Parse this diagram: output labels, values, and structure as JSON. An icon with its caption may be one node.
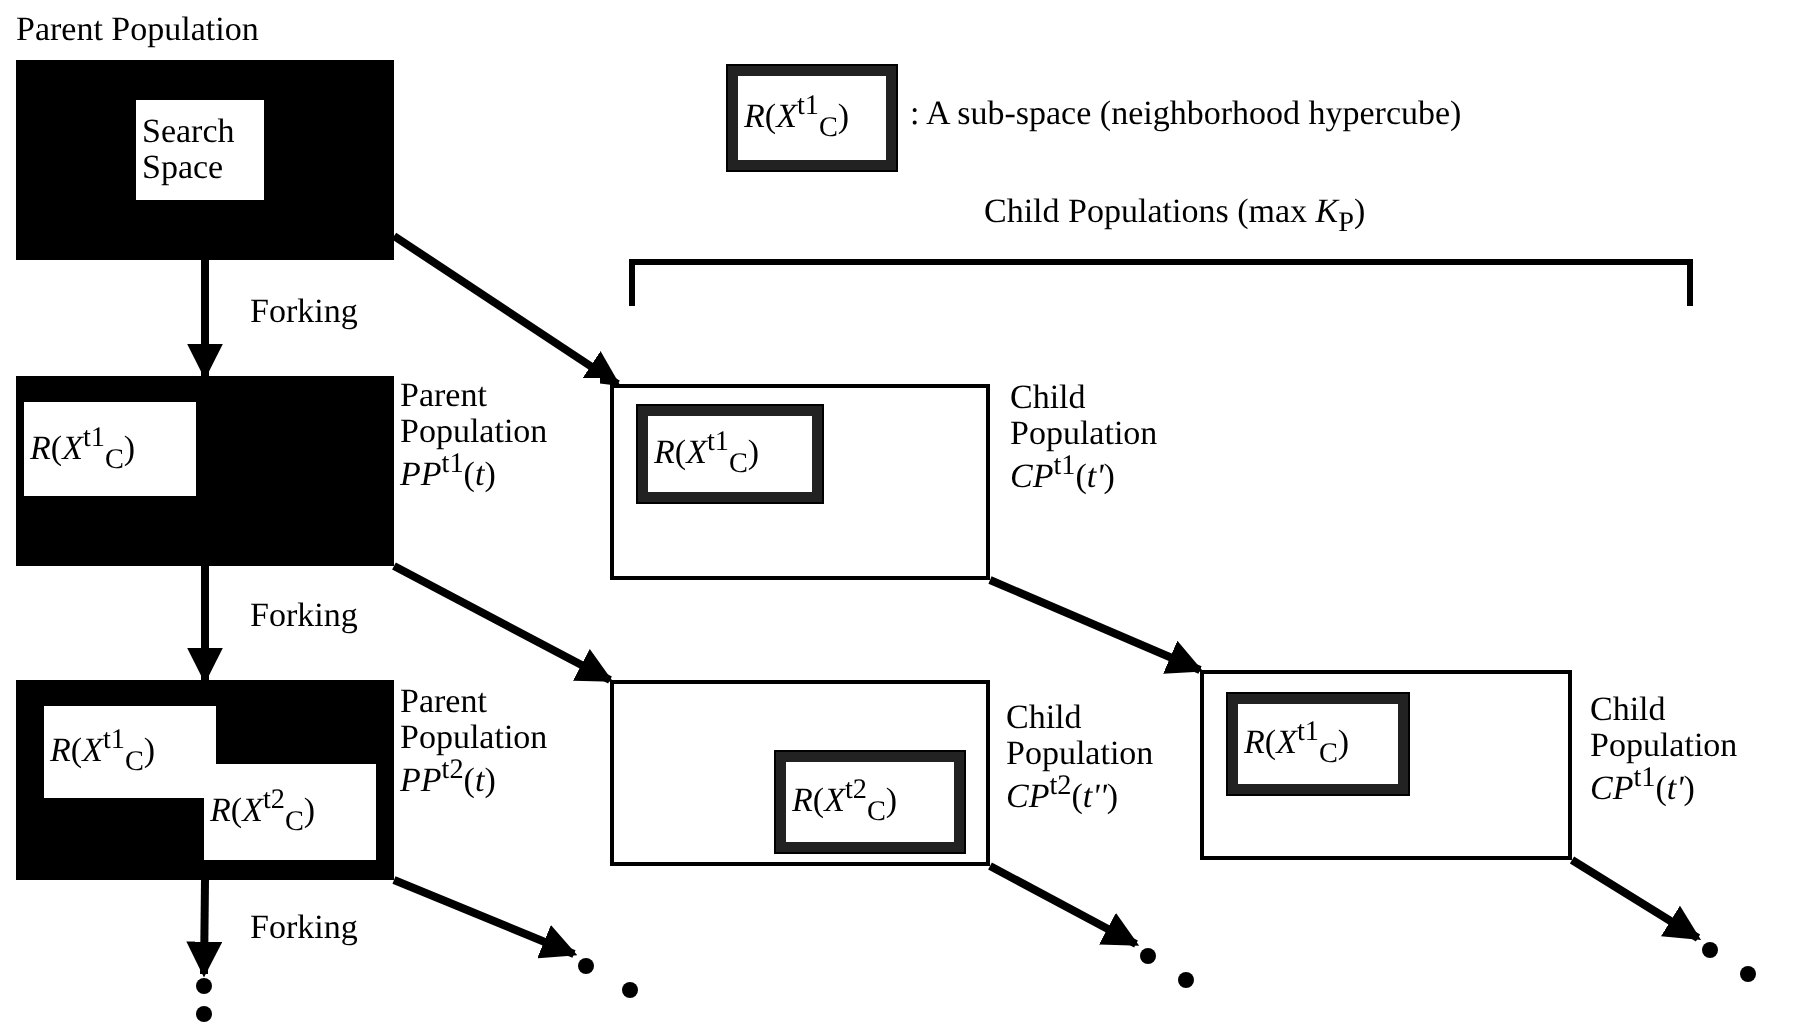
{
  "diagram": {
    "nodes": [
      {
        "text": [
          "Parent Population"
        ]
      },
      {
        "text": [
          "Search Space"
        ],
        "in": 0
      },
      {
        "text": [],
        "shape": "box",
        "beside": [
          "Parent Population *PP*$^{t1}$(*t*)"
        ]
      },
      {
        "text": [
          "*R*(*X*$^{t1}$$_{C}$)"
        ],
        "in": 2
      },
      {
        "text": [],
        "shape": "box",
        "beside": [
          "Child Population *CP*$^{t1}$(*t'*)"
        ]
      },
      {
        "text": [
          "*R*(*X*$^{t1}$$_{C}$)"
        ],
        "in": 4
      },
      {
        "text": [],
        "shape": "box",
        "beside": [
          "Parent Population *PP*$^{t2}$(*t*)"
        ]
      },
      {
        "text": [
          "*R*(*X*$^{t1}$$_{C}$)"
        ],
        "in": 6
      },
      {
        "text": [
          "*R*(*X*$^{t2}$$_{C}$)"
        ],
        "in": 6
      },
      {
        "text": [],
        "shape": "box",
        "beside": [
          "Child Population *CP*$^{t2}$(*t''*)"
        ]
      },
      {
        "text": [
          "*R*(*X*$^{t2}$$_{C}$)"
        ],
        "in": 9
      },
      {
        "text": [],
        "shape": "box",
        "beside": [
          "Child Population *CP*$^{t1}$(*t'*)"
        ]
      },
      {
        "text": [
          "*R*(*X*$^{t1}$$_{C}$)"
        ],
        "in": 11
      },
      {
        "text": [
          "*R*(*X*$^{t1}$$_{C}$)"
        ],
        "beside": [
          ": A sub-space (neighborhood hypercube)"
        ]
      },
      {
        "text": [],
        "shape": "dots"
      },
      {
        "text": [],
        "shape": "dots"
      },
      {
        "text": [],
        "shape": "dots"
      },
      {
        "text": [],
        "shape": "dots"
      }
    ],
    "edges": [
      {
        "from": 0,
        "to": 2,
        "arrow": "to",
        "label": "Forking"
      },
      {
        "from": 0,
        "to": 4,
        "arrow": "to"
      },
      {
        "from": 2,
        "to": 6,
        "arrow": "to",
        "label": "Forking"
      },
      {
        "from": 2,
        "to": 9,
        "arrow": "to"
      },
      {
        "from": 4,
        "to": 11,
        "arrow": "to"
      },
      {
        "from": 6,
        "to": 14,
        "arrow": "to",
        "label": "Forking"
      },
      {
        "from": 6,
        "to": 15,
        "arrow": "to"
      },
      {
        "from": 9,
        "to": 16,
        "arrow": "to"
      },
      {
        "from": 11,
        "to": 17,
        "arrow": "to"
      }
    ],
    "labels": [
      "Child Populations (max *K*$_{P}$)"
    ]
  }
}
